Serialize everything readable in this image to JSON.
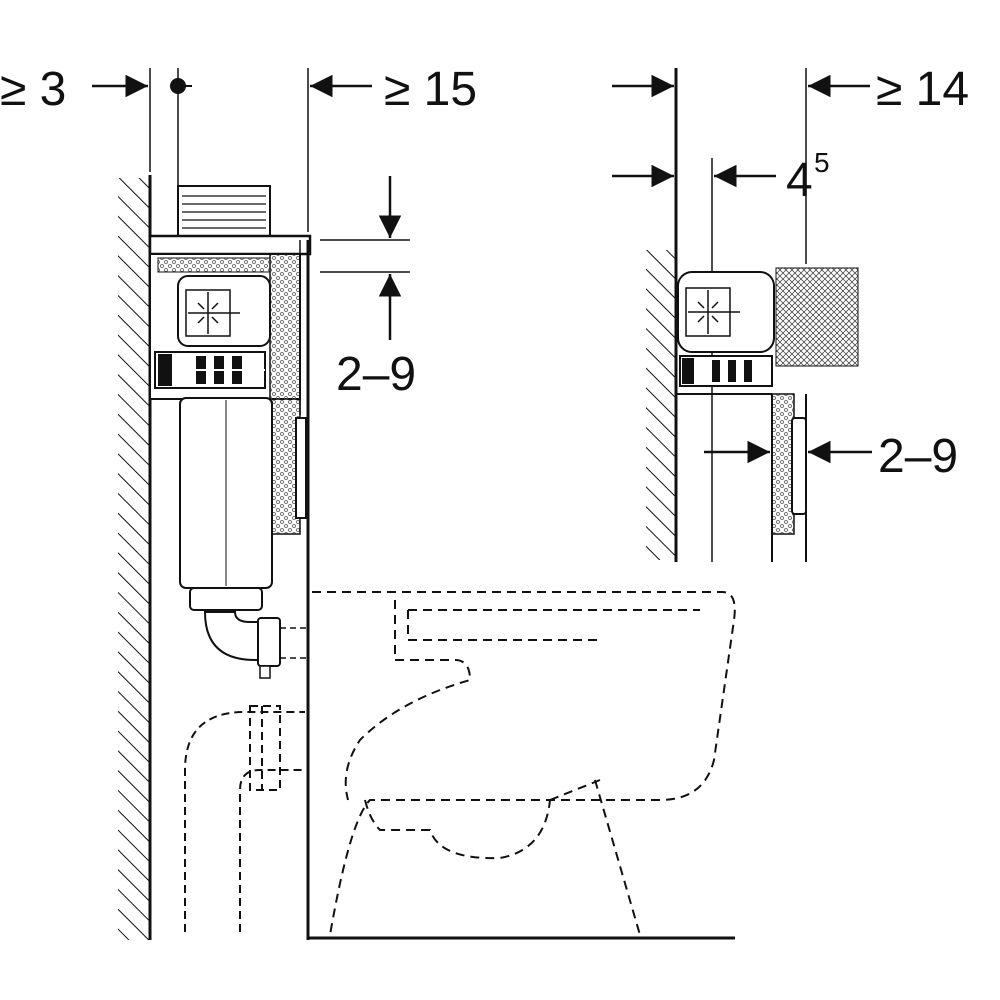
{
  "colors": {
    "ink": "#111111",
    "paper": "#ffffff"
  },
  "labels": {
    "left_wall_gap": "≥ 3",
    "front_gap_left": "≥ 15",
    "cover_adjust_left": "2–9",
    "depth_right": "4",
    "depth_right_sup": "5",
    "front_gap_right": "≥ 14",
    "cover_adjust_right": "2–9"
  }
}
